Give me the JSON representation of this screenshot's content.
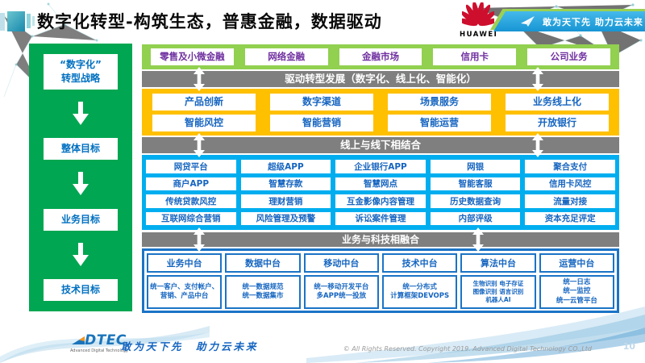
{
  "header": {
    "title": "数字化转型-构筑生态，普惠金融，数据驱动",
    "huawei_wordmark": "HUAWEI",
    "banner_slogan": "敢为天下先 助力云未来"
  },
  "colors": {
    "sidebar_green": "#00A651",
    "business_row_green": "#92D050",
    "capability_yellow": "#FFC000",
    "services_cyan": "#00AEEF",
    "gray_bar": "#7F7F7F",
    "purple_text": "#7030A0",
    "blue_text": "#1765C0",
    "tech_border_blue": "#1B74C6",
    "huawei_red": "#CE0E2D",
    "banner_blue": "#1795D4"
  },
  "sidebar": {
    "items": [
      {
        "label": "“数字化”\n转型战略"
      },
      {
        "label": "整体目标"
      },
      {
        "label": "业务目标"
      },
      {
        "label": "技术目标"
      }
    ]
  },
  "business_row": [
    "零售及小微金融",
    "网络金融",
    "金融市场",
    "信用卡",
    "公司业务"
  ],
  "bars": {
    "drive": "驱动转型发展（数字化、线上化、智能化）",
    "online_offline": "线上与线下相结合",
    "tech_merge": "业务与科技相融合"
  },
  "capability": {
    "row1": [
      "产品创新",
      "数字渠道",
      "场景服务",
      "业务线上化"
    ],
    "row2": [
      "智能风控",
      "智能营销",
      "智能运营",
      "开放银行"
    ]
  },
  "services": {
    "rows": [
      [
        "网贷平台",
        "超级APP",
        "企业银行APP",
        "网银",
        "聚合支付"
      ],
      [
        "商户APP",
        "智慧存款",
        "智慧网点",
        "智能客服",
        "信用卡风控"
      ],
      [
        "传统贷款风控",
        "理财营销",
        "互金影像内容管理",
        "历史数据查询",
        "流量对接"
      ],
      [
        "互联网综合营销",
        "风险管理及预警",
        "诉讼案件管理",
        "内部评级",
        "资本充足评定"
      ]
    ]
  },
  "platforms": [
    {
      "title": "业务中台",
      "detail": "统一客户、支付帐户、营销、产品中台"
    },
    {
      "title": "数据中台",
      "detail": "统一数据规范\n统一数据集市"
    },
    {
      "title": "移动中台",
      "detail": "统一移动开发平台\n多APP统一投放"
    },
    {
      "title": "技术中台",
      "detail": "统一分布式\n计算框架DEVOPS"
    },
    {
      "title": "算法中台",
      "detail": "生物识别 电子存证\n图像识别 语言识别\n机器人AI"
    },
    {
      "title": "运营中台",
      "detail": "统一日志\n统一监控\n统一云管平台"
    }
  ],
  "footer": {
    "logo_word": "DTEC",
    "logo_sub": "Advanced Digital Technology",
    "tagline": "敢为天下先　助力云未来",
    "copyright": "© All Rights Reserved. Copyright 2019. Advanced Digital Technology CO.,Ltd",
    "page": "10"
  }
}
